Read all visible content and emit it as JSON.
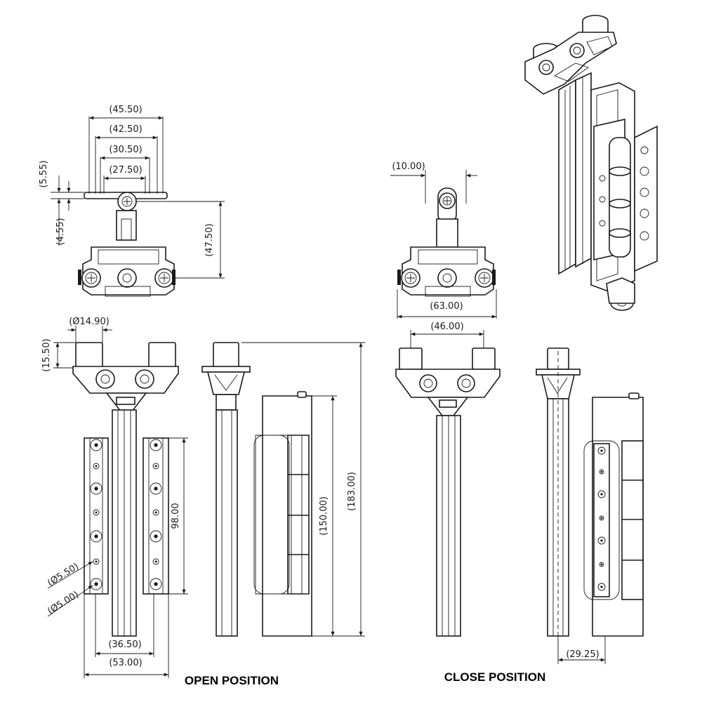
{
  "captions": {
    "open": "OPEN POSITION",
    "close": "CLOSE POSITION"
  },
  "dimensions": {
    "d45_50": "(45.50)",
    "d42_50": "(42.50)",
    "d30_50": "(30.50)",
    "d27_50": "(27.50)",
    "d5_55": "(5.55)",
    "d4_55": "(4.55)",
    "d47_50": "(47.50)",
    "d10_00": "(10.00)",
    "d63_00": "(63.00)",
    "d46_00": "(46.00)",
    "dia14_90": "(Ø14.90)",
    "d15_50": "(15.50)",
    "d98_00": "98.00",
    "dia5_50": "(Ø5.50)",
    "dia5_00": "(Ø5.00)",
    "d36_50": "(36.50)",
    "d53_00": "(53.00)",
    "d150_00": "(150.00)",
    "d183_00": "(183.00)",
    "d29_25": "(29.25)"
  }
}
